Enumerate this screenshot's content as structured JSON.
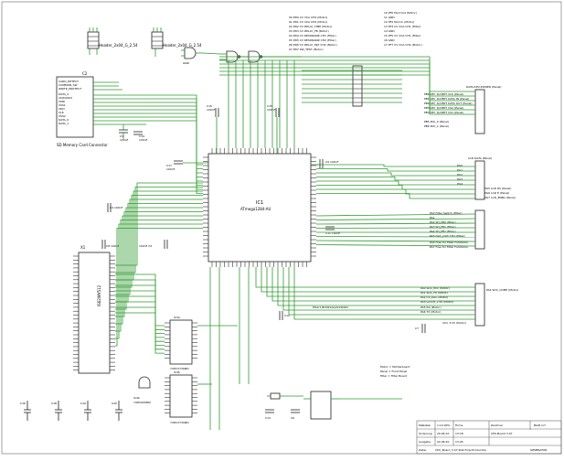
{
  "schematic": {
    "pin_header_1": "Header_2x04_G_2.54",
    "pin_header_2": "Header_2x04_G_2.54",
    "sd_card": {
      "ref": "C2",
      "label": "SD Memory Card Connector",
      "pins": [
        "CARD_DETECT",
        "COMMON_SW",
        "WRITE_PROTECT",
        "DATA_2",
        "CD/DATA3",
        "CMD",
        "VSS1",
        "VDD",
        "CLK",
        "VSS2",
        "DATA_0",
        "DATA_1"
      ]
    },
    "mcu": {
      "ref": "IC1",
      "part": "ATmega1284-AU"
    },
    "sram": {
      "ref": "X1",
      "part": "IS62WV512"
    },
    "latch_1": {
      "ref": "IC3a",
      "part": "74HC373SMD"
    },
    "latch_2": {
      "ref": "IC3b",
      "part": "74HC373SMD"
    },
    "gate": {
      "ref": "IC4b",
      "part": "74HC00SMD"
    },
    "filter": {
      "label": "Filter1 BLM21AG221SN1D"
    },
    "capacitors": {
      "c10": "C10",
      "c10_val": "100nF",
      "c15": "C15",
      "c15_val": "100nF",
      "c3": "C3",
      "c3_val": "100nF",
      "c14": "C14",
      "c14_val": "100nF",
      "c17": "C17",
      "c17_val": "100nF",
      "c4": "C4 100nF",
      "c8": "C8 100nF",
      "c2": "100nF C2",
      "c9": "C9 100nF",
      "c11": "C11 100nF",
      "c7": "C7",
      "c12": "C12",
      "c13": "C13",
      "c6": "C6"
    },
    "decoupling": [
      "C16",
      "C18",
      "C19",
      "C20"
    ],
    "net_list": [
      "00   PD0  CV VCA CH2 (Motor)",
      "01   PD1  CV VCA CH2 (Motor)",
      "02   PD2  CV DELAY_TIME (Motor)",
      "03   PD3  CV DELAY_FB (Motor)",
      "04   PD4  CV RESONANZ CH1 (Filter)",
      "05   PD5  CV RESONANZ CH2 (Filter)",
      "06   PD6  CV DELAY_MIX CH2 (Motor)",
      "07   PD7  SW_TEST (Motor)"
    ],
    "net_list_2": [
      "10   PF0  Mod Out (Motor)",
      "11   GND",
      "12   PF2  Mod In (Motor)",
      "13   PF3  CV VCA CH1 (Filter)",
      "14   GND",
      "15   PF5  CV VCA CH1 (Filter)",
      "16   GND",
      "17   PF7  CV VCA CH2 (Motor)"
    ],
    "connector_top_right": {
      "title": "DATA/CPU-POWER (Panel)",
      "labels": [
        "PB0 KEY_D/OEPT CLK (Panel)",
        "PB1 KEY_D/OEPT DATA IN (Panel)",
        "PB2 KEY_D/OEPT DATA OUT (Panel)",
        "PB3 KEY_D/OEPT CS2 (Panel)",
        "PB4 KEY_D/OEPT CS1 (Panel)",
        "PB5 Poti_0 (Panel)",
        "PB6 Poti_1 (Panel)"
      ]
    },
    "connector_lcd": {
      "title": "LCD DATA (Panel)",
      "labels": [
        "PG0",
        "PG1",
        "PG2",
        "PG3",
        "PG4",
        "PG5 LCD RS (Panel)",
        "PG6 LCD E (Panel)",
        "PG7 LCD_ENBL (Panel)"
      ]
    },
    "connector_filter": {
      "labels": [
        "PA0 Filter Switch (Filter)",
        "PA1",
        "PA2 SH_FB0 (Filter)",
        "PA3 SH_FB1 (Filter)",
        "PA4 SH_FB2 (Filter)",
        "PA5 DAC_OUT CH2 (Filter)",
        "PA6 Free for Filter Functions",
        "PA7 Free for Filter Functions"
      ]
    },
    "connector_power": {
      "labels": [
        "PA0 SDC_Env (Motor)",
        "PA1 SDC_Fb (Motor)",
        "PA2 CS_DAC (Motor)",
        "PA3 LATCH_2 En (Motor)",
        "PA4 SDC_COMP (Motor)",
        "PA5 RX (Motor)",
        "PA6 TX (Motor)",
        "VCC 3.3V (Motor)"
      ]
    },
    "legend": [
      "Motor = Motherboard",
      "Panel = Front Panel",
      "Filter = Filter Board"
    ],
    "title_block": {
      "massstab_label": "Maßstab",
      "massstab_val": "1:10,00%",
      "firma_label": "Firma",
      "zeichner_label": "Zeichner",
      "blatt_label": "Blatt 1/7",
      "aenderung_label": "Änderung",
      "aenderung_date": "20.06.10",
      "aenderung_time": "13:18",
      "version": "CPU-Board 3.47",
      "ausgabe_label": "Ausgabe",
      "ausgabe_date": "22.06.20",
      "ausgabe_time": "13:05",
      "datei_label": "Datei:",
      "datei_val": "CPU_Board_3.47-RoR Final Production",
      "owner": "GENERATOR"
    }
  }
}
